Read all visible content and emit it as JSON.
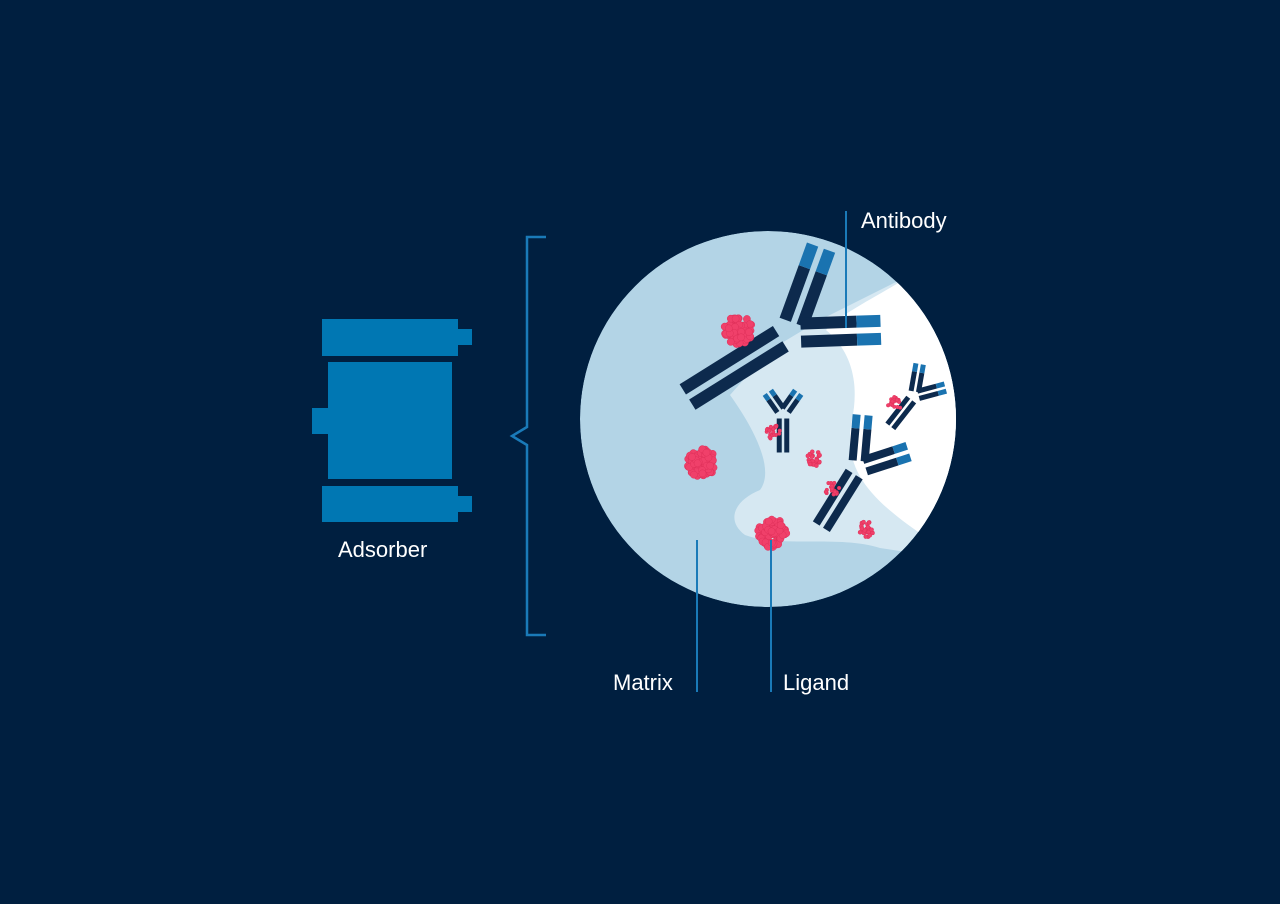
{
  "labels": {
    "adsorber": "Adsorber",
    "antibody": "Antibody",
    "matrix": "Matrix",
    "ligand": "Ligand"
  },
  "colors": {
    "background": "#001f40",
    "adsorber": "#0077b3",
    "leader_line": "#1a7ab8",
    "matrix": "#b3d4e6",
    "matrix_light": "#d6e8f2",
    "fluid": "#ffffff",
    "antibody_body": "#0d2a4d",
    "antibody_tip": "#1a73b0",
    "ligand": "#f0406a"
  }
}
